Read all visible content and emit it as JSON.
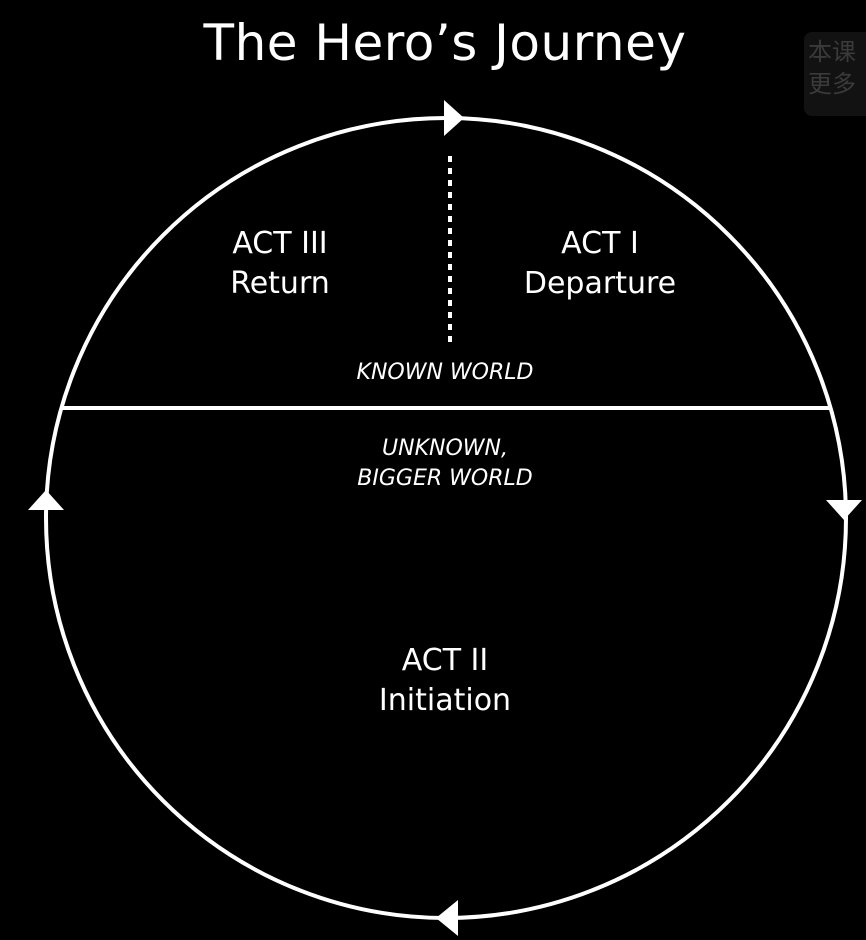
{
  "title": "The Hero’s Journey",
  "acts": {
    "act1": {
      "number": "ACT I",
      "name": "Departure"
    },
    "act2": {
      "number": "ACT II",
      "name": "Initiation"
    },
    "act3": {
      "number": "ACT III",
      "name": "Return"
    }
  },
  "worlds": {
    "known": "KNOWN WORLD",
    "unknown_line1": "UNKNOWN,",
    "unknown_line2": "BIGGER WORLD"
  },
  "watermark": {
    "line1": "本课",
    "line2": "更多"
  },
  "colors": {
    "background": "#000000",
    "foreground": "#ffffff"
  }
}
